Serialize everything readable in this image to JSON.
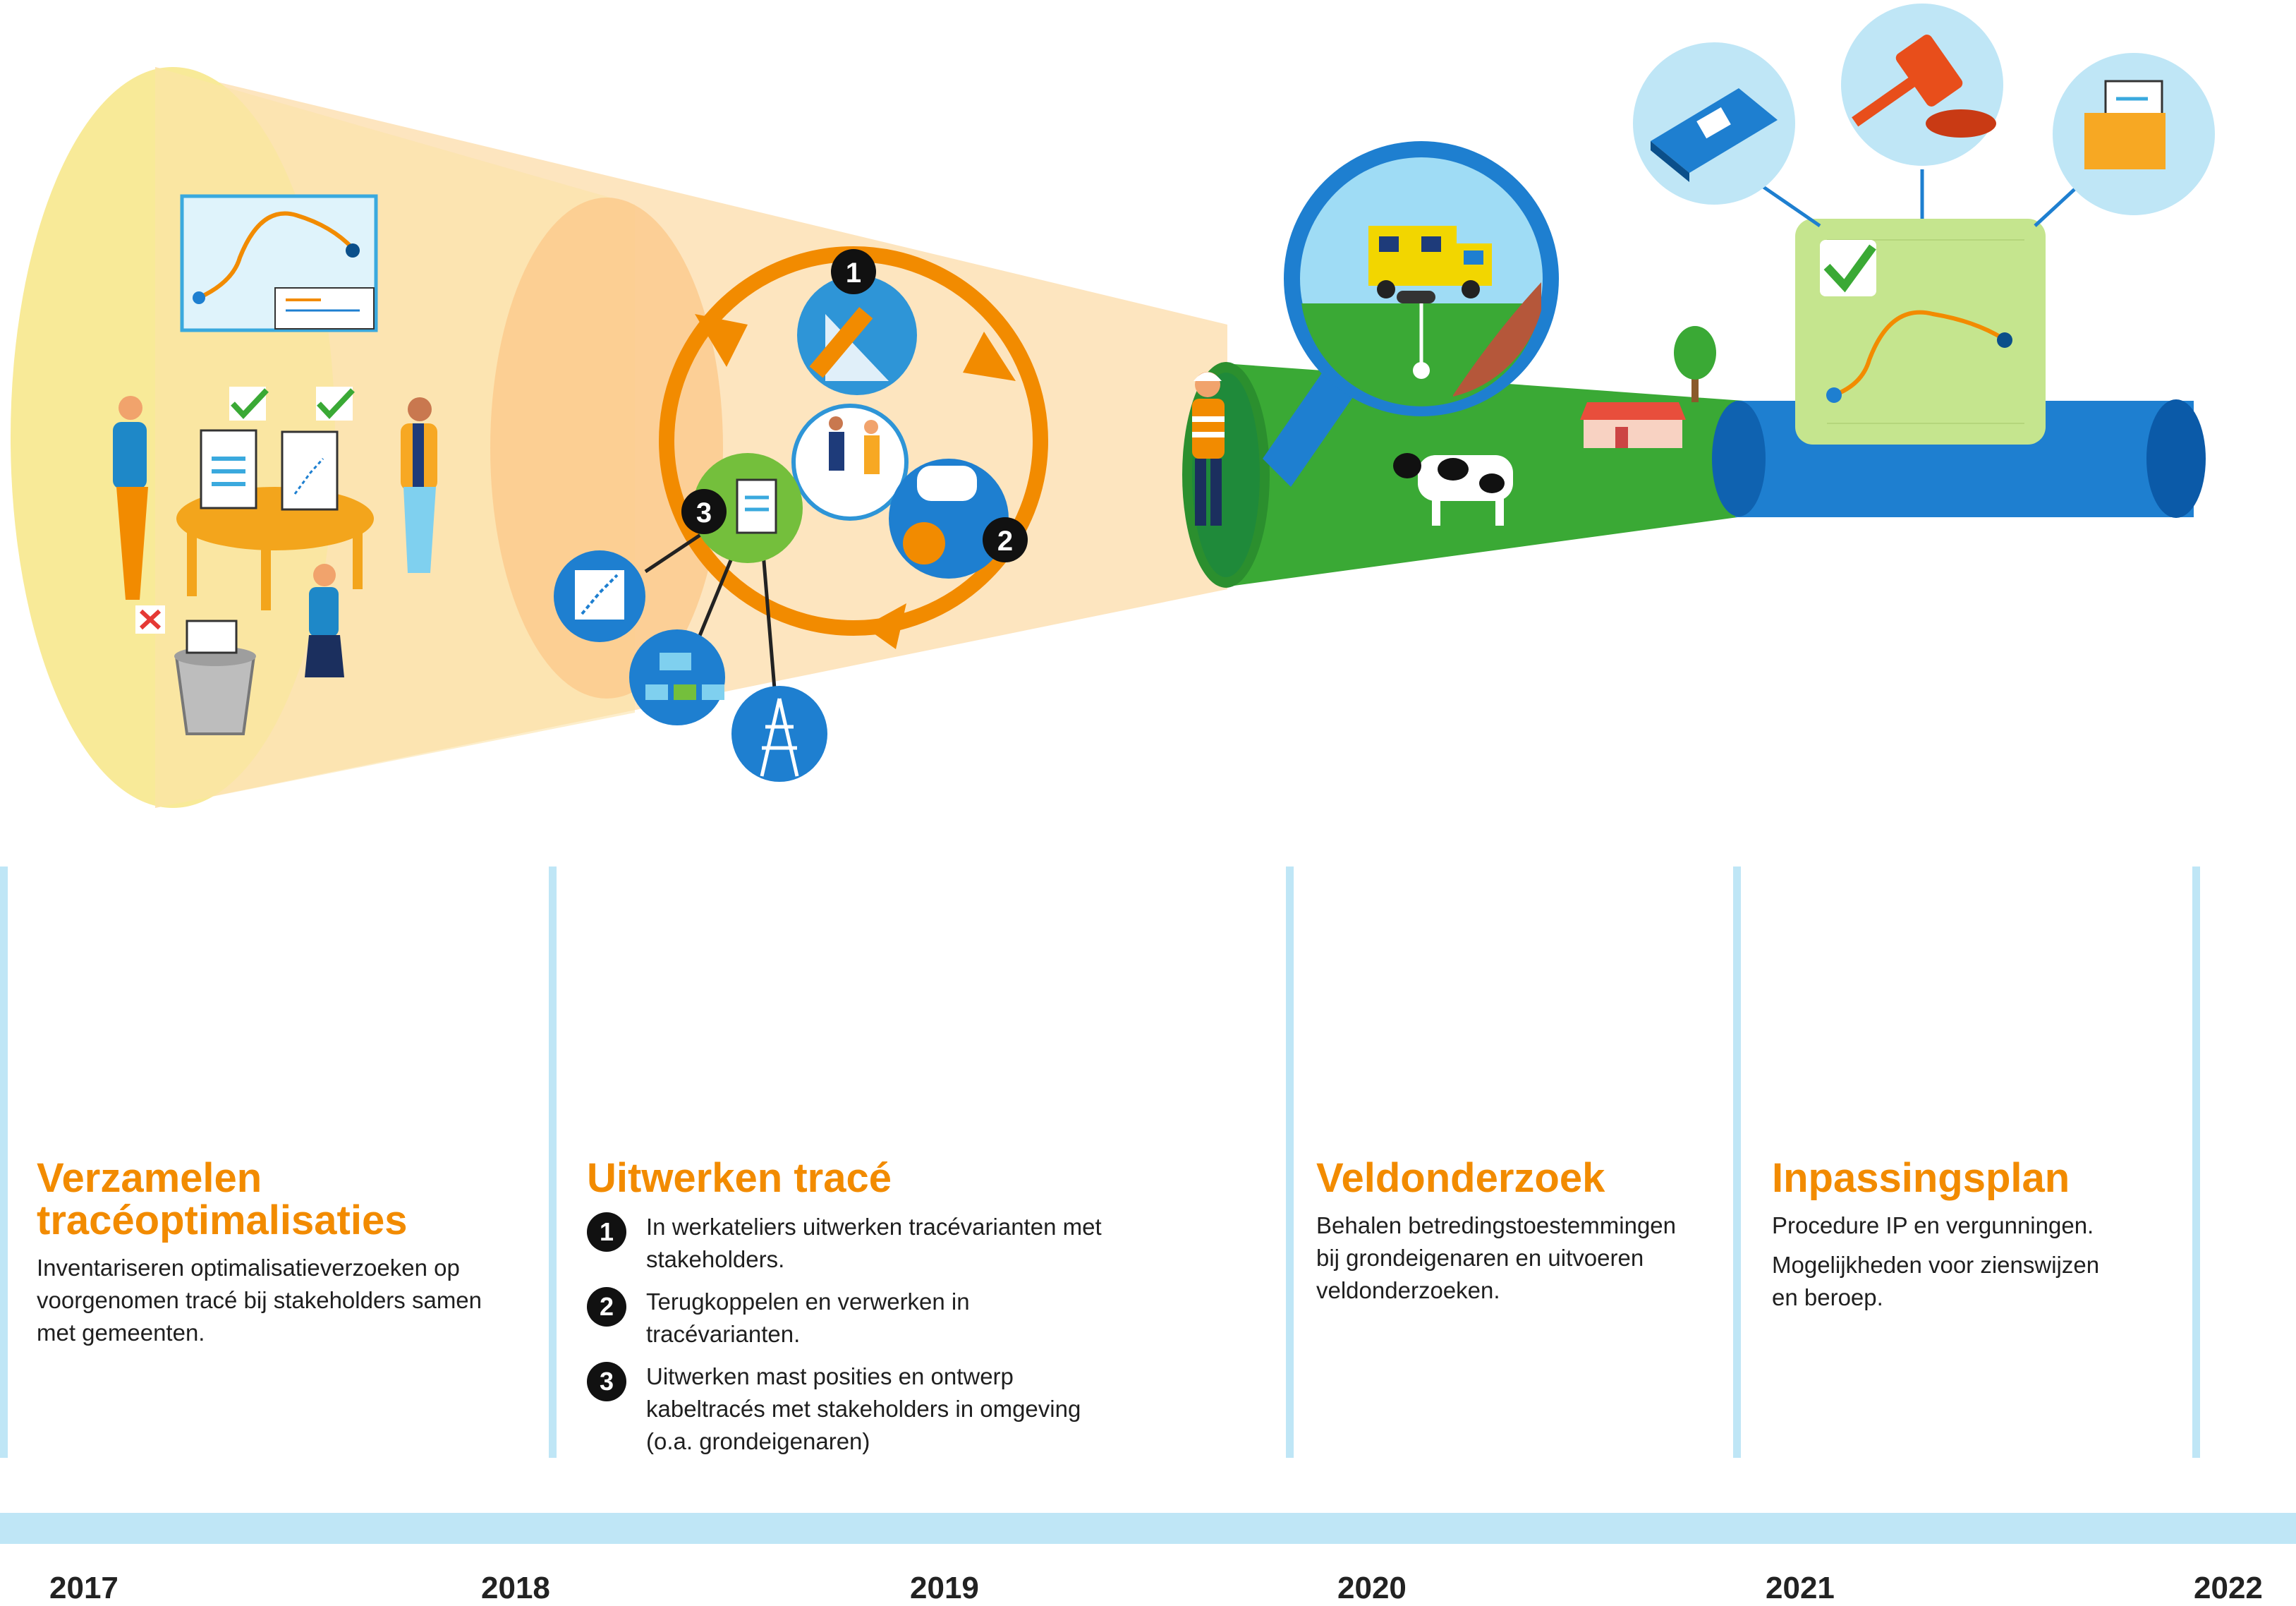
{
  "years": [
    "2017",
    "2018",
    "2019",
    "2020",
    "2021",
    "2022"
  ],
  "phases": [
    {
      "title_lines": [
        "Verzamelen",
        "tracéoptimalisaties"
      ],
      "text_lines": [
        "Inventariseren optimalisatieverzoeken op",
        "voorgenomen tracé bij stakeholders samen",
        "met gemeenten."
      ]
    },
    {
      "title": "Uitwerken tracé",
      "steps": [
        {
          "number": "1",
          "lines": [
            "In werkateliers uitwerken tracévarianten met",
            "stakeholders."
          ]
        },
        {
          "number": "2",
          "lines": [
            "Terugkoppelen en verwerken in",
            "tracévarianten."
          ]
        },
        {
          "number": "3",
          "lines": [
            "Uitwerken mast posities en  ontwerp",
            "kabeltracés met stakeholders in omgeving",
            "(o.a. grondeigenaren)"
          ]
        }
      ]
    },
    {
      "title": "Veldonderzoek",
      "text_lines": [
        "Behalen betredingstoestemmingen",
        "bij grondeigenaren en uitvoeren",
        "veldonderzoeken."
      ]
    },
    {
      "title": "Inpassingsplan",
      "paragraphs": [
        [
          "Procedure IP en vergunningen."
        ],
        [
          "Mogelijkheden voor zienswijzen",
          "en beroep."
        ]
      ]
    }
  ],
  "cycle_labels": [
    "1",
    "2",
    "3"
  ],
  "icons": [
    "chart-board-icon",
    "document-icon",
    "route-document-icon",
    "checkmark-icon",
    "cross-icon",
    "trash-bin-icon",
    "ruler-triangle-icon",
    "people-meeting-icon",
    "speech-bubble-icon",
    "documents-stack-icon",
    "route-map-icon",
    "org-chart-icon",
    "pylon-icon",
    "worker-icon",
    "magnifier-icon",
    "drill-truck-icon",
    "cow-icon",
    "farm-icon",
    "tree-icon",
    "book-icon",
    "gavel-icon",
    "folder-icon",
    "approved-chart-icon"
  ],
  "colors": {
    "orange": "#f28b00",
    "green": "#3aa935",
    "blue": "#1e7fd0",
    "light_blue": "#bfe6f6",
    "yellow": "#f8eb9a"
  }
}
